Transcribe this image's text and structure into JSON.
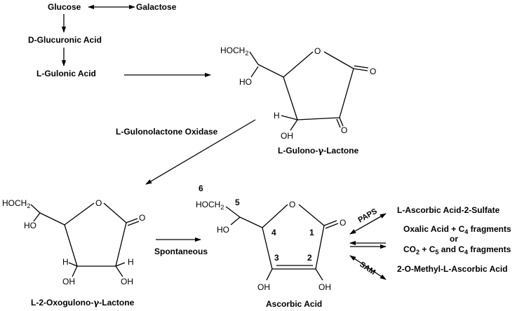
{
  "pathway": {
    "glucose": "Glucose",
    "galactose": "Galactose",
    "d_glucuronic_acid": "D-Glucuronic Acid",
    "l_gulonic_acid": "L-Gulonic Acid",
    "enzyme": "L-Gulonolactone Oxidase",
    "spontaneous": "Spontaneous"
  },
  "compounds": {
    "gulono": {
      "name_prefix": "L-Gulono-",
      "name_greek": "γ",
      "name_suffix": "-Lactone"
    },
    "oxogulono": {
      "name_prefix": "L-2-Oxogulono-",
      "name_greek": "γ",
      "name_suffix": "-Lactone"
    },
    "ascorbic": {
      "name": "Ascorbic Acid"
    }
  },
  "atoms": {
    "hoch2_prefix": "HOCH",
    "hoch2_sub": "2",
    "ho": "HO",
    "oh": "OH",
    "h": "H",
    "o": "O"
  },
  "numbering": {
    "c1": "1",
    "c2": "2",
    "c3": "3",
    "c4": "4",
    "c5": "5",
    "c6": "6"
  },
  "products": {
    "sulfate": "L-Ascorbic Acid-2-Sulfate",
    "oxalic_part1": "Oxalic Acid + C",
    "oxalic_sub": "4",
    "oxalic_part2": " fragments",
    "or": "or",
    "co2_part1": "CO",
    "co2_sub1": "2",
    "co2_part2": " + C",
    "co2_sub2": "5",
    "co2_part3": " and C",
    "co2_sub3": "4",
    "co2_part4": " fragments",
    "methyl": "2-O-Methyl-L-Ascorbic Acid"
  },
  "cofactors": {
    "paps": "PAPS",
    "sam": "SAM"
  }
}
